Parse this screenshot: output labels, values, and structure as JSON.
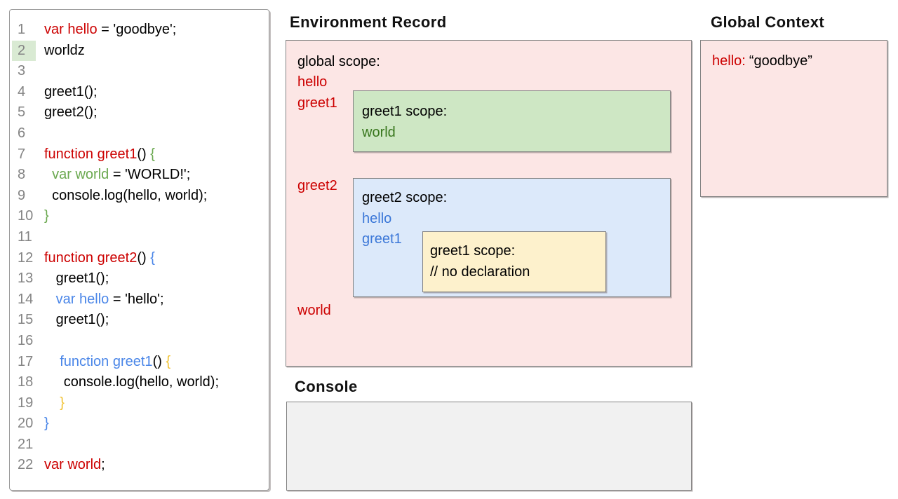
{
  "colors": {
    "red": "#cc0000",
    "green": "#6aa84f",
    "blue": "#4a86e8",
    "yellow": "#f1c232",
    "black": "#000000",
    "record_green": "#38761d",
    "record_blue": "#3c78d8",
    "pink_bg": "#fce6e5",
    "green_bg": "#cee7c4",
    "blue_bg": "#dce9fa",
    "yellow_bg": "#fdf1cc",
    "console_bg": "#f1f1f1",
    "gutter_hl": "#d9ead3",
    "gutter_num": "#848484"
  },
  "code_panel": {
    "lines": [
      {
        "n": "1",
        "tokens": [
          [
            "var hello",
            "red"
          ],
          [
            " = 'goodbye';",
            "black"
          ]
        ]
      },
      {
        "n": "2",
        "hl": true,
        "tokens": [
          [
            "worldz",
            "black"
          ]
        ]
      },
      {
        "n": "3",
        "tokens": []
      },
      {
        "n": "4",
        "tokens": [
          [
            "greet1();",
            "black"
          ]
        ]
      },
      {
        "n": "5",
        "tokens": [
          [
            "greet2();",
            "black"
          ]
        ]
      },
      {
        "n": "6",
        "tokens": []
      },
      {
        "n": "7",
        "tokens": [
          [
            "function greet1",
            "red"
          ],
          [
            "() ",
            "black"
          ],
          [
            "{",
            "green"
          ]
        ]
      },
      {
        "n": "8",
        "tokens": [
          [
            "  ",
            "black"
          ],
          [
            "var world",
            "green"
          ],
          [
            " = 'WORLD!';",
            "black"
          ]
        ]
      },
      {
        "n": "9",
        "tokens": [
          [
            "  console.log(hello, world);",
            "black"
          ]
        ]
      },
      {
        "n": "10",
        "tokens": [
          [
            "}",
            "green"
          ]
        ]
      },
      {
        "n": "11",
        "tokens": []
      },
      {
        "n": "12",
        "tokens": [
          [
            "function greet2",
            "red"
          ],
          [
            "() ",
            "black"
          ],
          [
            "{",
            "blue"
          ]
        ]
      },
      {
        "n": "13",
        "tokens": [
          [
            "   greet1();",
            "black"
          ]
        ]
      },
      {
        "n": "14",
        "tokens": [
          [
            "   ",
            "black"
          ],
          [
            "var hello",
            "blue"
          ],
          [
            " = 'hello';",
            "black"
          ]
        ]
      },
      {
        "n": "15",
        "tokens": [
          [
            "   greet1();",
            "black"
          ]
        ]
      },
      {
        "n": "16",
        "tokens": []
      },
      {
        "n": "17",
        "tokens": [
          [
            "    ",
            "black"
          ],
          [
            "function greet1",
            "blue"
          ],
          [
            "() ",
            "black"
          ],
          [
            "{",
            "yellow"
          ]
        ]
      },
      {
        "n": "18",
        "tokens": [
          [
            "     console.log(hello, world);",
            "black"
          ]
        ]
      },
      {
        "n": "19",
        "tokens": [
          [
            "    ",
            "black"
          ],
          [
            "}",
            "yellow"
          ]
        ]
      },
      {
        "n": "20",
        "tokens": [
          [
            "}",
            "blue"
          ]
        ]
      },
      {
        "n": "21",
        "tokens": []
      },
      {
        "n": "22",
        "tokens": [
          [
            "var world",
            "red"
          ],
          [
            ";",
            "black"
          ]
        ]
      }
    ]
  },
  "environment_record": {
    "title": "Environment Record",
    "global_scope_label": "global scope:",
    "globals": {
      "hello": "hello",
      "greet1": "greet1",
      "greet2": "greet2",
      "world": "world"
    },
    "greet1_scope": {
      "label": "greet1 scope:",
      "var_world": "world"
    },
    "greet2_scope": {
      "label": "greet2 scope:",
      "var_hello": "hello",
      "var_greet1": "greet1",
      "inner_greet1_scope": {
        "label": "greet1 scope:",
        "comment": "// no declaration"
      }
    }
  },
  "global_context": {
    "title": "Global Context",
    "entry": {
      "name": "hello:",
      "value": "“goodbye”"
    }
  },
  "console": {
    "title": "Console"
  }
}
